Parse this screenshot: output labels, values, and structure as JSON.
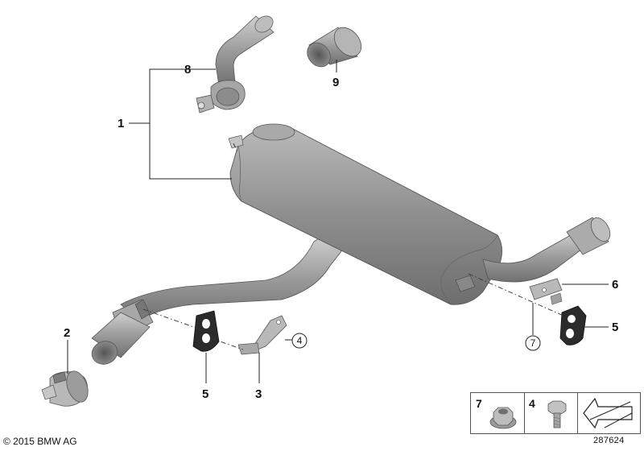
{
  "callouts": {
    "c1": "1",
    "c2": "2",
    "c3": "3",
    "c4_circle": "4",
    "c5_left": "5",
    "c5_right": "5",
    "c6": "6",
    "c7_circle": "7",
    "c8": "8",
    "c9": "9"
  },
  "legend": {
    "item1_number": "7",
    "item1_part": "hex-flange-nut-icon",
    "item2_number": "4",
    "item2_part": "hex-bolt-icon",
    "item3_part": "arrow-pointer-icon"
  },
  "footer": {
    "copyright": "© 2015 BMW AG",
    "document_number": "287624"
  },
  "colors": {
    "part_fill": "#9a9a9a",
    "part_dark": "#6f6f6f",
    "part_light": "#c4c4c4",
    "rubber": "#2a2a2a",
    "line": "#222222"
  }
}
